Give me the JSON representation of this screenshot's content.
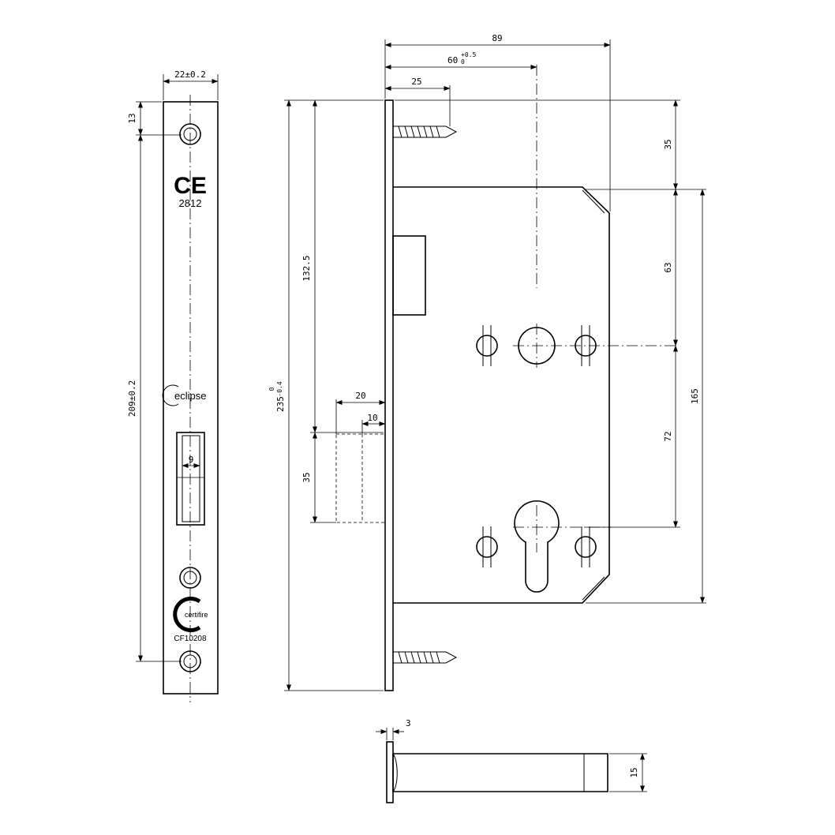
{
  "strike_plate": {
    "width_label": "22±0.2",
    "top_offset_label": "13",
    "height_label": "209±0.2",
    "slot_width_label": "9",
    "ce_mark": "CE",
    "notified_body": "2812",
    "brand": "eclipse",
    "cert_brand": "certifire",
    "cert_number": "CF10208"
  },
  "side_view": {
    "backset_total_label": "89",
    "backset_label": "60",
    "backset_tol_upper": "+0.5",
    "backset_tol_lower": "0",
    "screw_label": "25",
    "top_to_case_label": "35",
    "spindle_label": "63",
    "case_height_label": "165",
    "centers_label": "72",
    "overall_height_label": "235",
    "overall_tol_upper": "0",
    "overall_tol_lower": "-0.4",
    "follower_label": "132.5",
    "latch_depth_label": "20",
    "latch_tip_label": "10",
    "latch_height_label": "35"
  },
  "bolt_view": {
    "forend_thickness_label": "3",
    "bolt_height_label": "15"
  }
}
